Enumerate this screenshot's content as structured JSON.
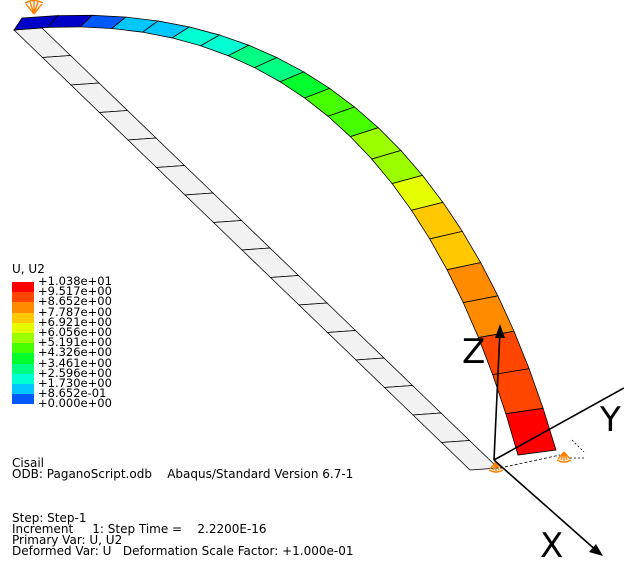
{
  "viewport": {
    "legend": {
      "title": "U, U2",
      "entries": [
        {
          "label": "+1.038e+01",
          "color": "#ff0000"
        },
        {
          "label": "+9.517e+00",
          "color": "#ff4600"
        },
        {
          "label": "+8.652e+00",
          "color": "#ff8c00"
        },
        {
          "label": "+7.787e+00",
          "color": "#ffc800"
        },
        {
          "label": "+6.921e+00",
          "color": "#e6ff00"
        },
        {
          "label": "+6.056e+00",
          "color": "#9bff00"
        },
        {
          "label": "+5.191e+00",
          "color": "#46ff00"
        },
        {
          "label": "+4.326e+00",
          "color": "#00ff2d"
        },
        {
          "label": "+3.461e+00",
          "color": "#00ff82"
        },
        {
          "label": "+2.596e+00",
          "color": "#00ffd2"
        },
        {
          "label": "+1.730e+00",
          "color": "#00c8ff"
        },
        {
          "label": "+8.652e-01",
          "color": "#005aff"
        },
        {
          "label": "+0.000e+00",
          "color": "#0000c8"
        }
      ]
    },
    "info": {
      "model": "Cisail",
      "odb_line": "ODB: PaganoScript.odb    Abaqus/Standard Version 6.7-1",
      "step": "Step: Step-1",
      "increment": "Increment     1: Step Time =    2.2200E-16",
      "primary_var": "Primary Var: U, U2",
      "deformed_var": "Deformed Var: U   Deformation Scale Factor: +1.000e-01"
    },
    "axes": {
      "x_label": "X",
      "y_label": "Y",
      "z_label": "Z"
    },
    "colors": {
      "undeformed_fill": "#f2f2f2",
      "mesh_line": "#000000",
      "bc_symbol": "#ff7f00"
    }
  }
}
